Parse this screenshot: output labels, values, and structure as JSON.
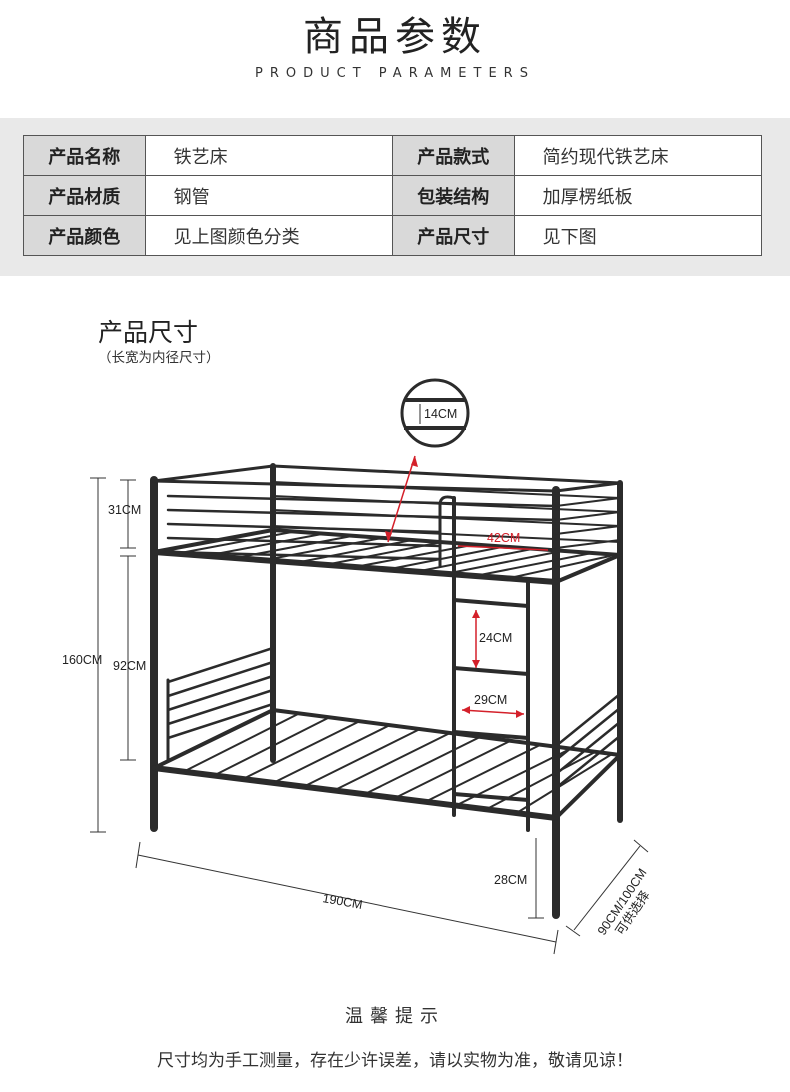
{
  "header": {
    "title": "商品参数",
    "subtitle": "PRODUCT PARAMETERS"
  },
  "specs": {
    "rows": [
      [
        {
          "k": "产品名称",
          "v": "铁艺床"
        },
        {
          "k": "产品款式",
          "v": "简约现代铁艺床"
        }
      ],
      [
        {
          "k": "产品材质",
          "v": "钢管"
        },
        {
          "k": "包装结构",
          "v": "加厚楞纸板"
        }
      ],
      [
        {
          "k": "产品颜色",
          "v": "见上图颜色分类"
        },
        {
          "k": "产品尺寸",
          "v": "见下图"
        }
      ]
    ]
  },
  "size_section": {
    "title": "产品尺寸",
    "note": "（长宽为内径尺寸）"
  },
  "dimensions": {
    "rail_gap": "14CM",
    "guard_height": "31CM",
    "ladder_opening": "42CM",
    "total_height": "160CM",
    "bunk_gap": "92CM",
    "ladder_step": "24CM",
    "ladder_width": "29CM",
    "floor_clearance": "28CM",
    "length": "190CM",
    "width": "90CM/100CM",
    "width_note": "可供选择"
  },
  "colors": {
    "frame": "#2b2b2b",
    "accent_red": "#d4202a",
    "band_bg": "#e9e9e9",
    "key_bg": "#d9d9d9"
  },
  "tips": {
    "title": "温馨提示",
    "text": "尺寸均为手工测量，存在少许误差，请以实物为准，敬请见谅！"
  }
}
